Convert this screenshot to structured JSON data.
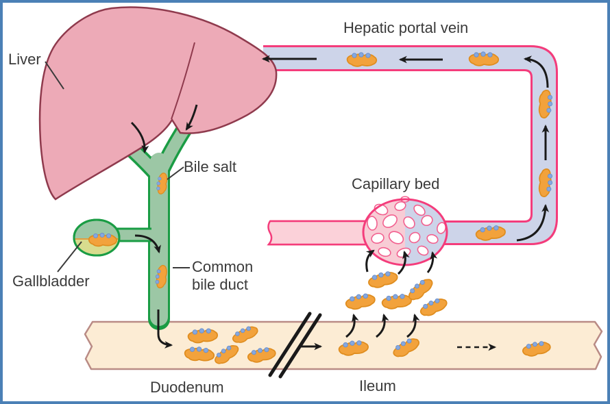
{
  "labels": {
    "liver": "Liver",
    "hepatic_portal_vein": "Hepatic portal vein",
    "bile_salt": "Bile salt",
    "gallbladder": "Gallbladder",
    "common_bile_duct": "Common\nbile duct",
    "capillary_bed": "Capillary bed",
    "duodenum": "Duodenum",
    "ileum": "Ileum"
  },
  "icons": {
    "bile_salt": "orange-micelle-blob-with-blue-dots",
    "flow_arrow": "black-arrow",
    "tube_break": "double-slash"
  },
  "colors": {
    "frame": "#4b80b6",
    "text": "#3a3a3a",
    "liver_fill": "#edaab7",
    "liver_outline": "#8f3a4d",
    "duct_fill": "#9cc7a5",
    "duct_outline": "#1a9c44",
    "gallbladder_bile": "#d8dc8e",
    "gallbladder_bile_line": "#e09c3f",
    "vein_fill": "#cdd4e9",
    "vein_outline": "#f43c7b",
    "artery_fill": "#fbd1d9",
    "capillary_pink": "#f8ccd5",
    "mesh_stroke": "#f2608f",
    "intestine_fill": "#fcecd4",
    "intestine_outline": "#b98b85",
    "bile_salt_fill": "#f2a23c",
    "bile_salt_outline": "#df8d1f",
    "bile_dot_fill": "#85a8e0",
    "bile_dot_outline": "#6b90cc",
    "arrow": "#1a1a1a"
  }
}
